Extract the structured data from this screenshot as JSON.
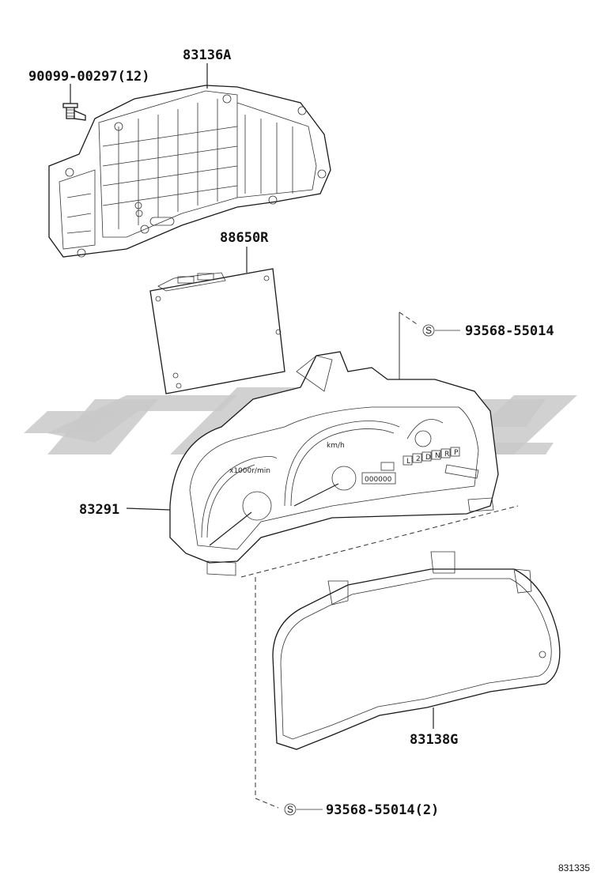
{
  "labels": {
    "bolt": "90099-00297(12)",
    "housing": "83136A",
    "board": "88650R",
    "screw_top": "93568-55014",
    "meter": "83291",
    "lens": "83138G",
    "screw_bottom": "93568-55014(2)",
    "figure_code": "831335",
    "screw_symbol": "S"
  },
  "gauge_text": {
    "tach_unit": "x1000r/min",
    "speed_unit": "km/h",
    "odometer": "000000",
    "shift_letters": [
      "P",
      "R",
      "N",
      "D",
      "2",
      "L"
    ]
  }
}
